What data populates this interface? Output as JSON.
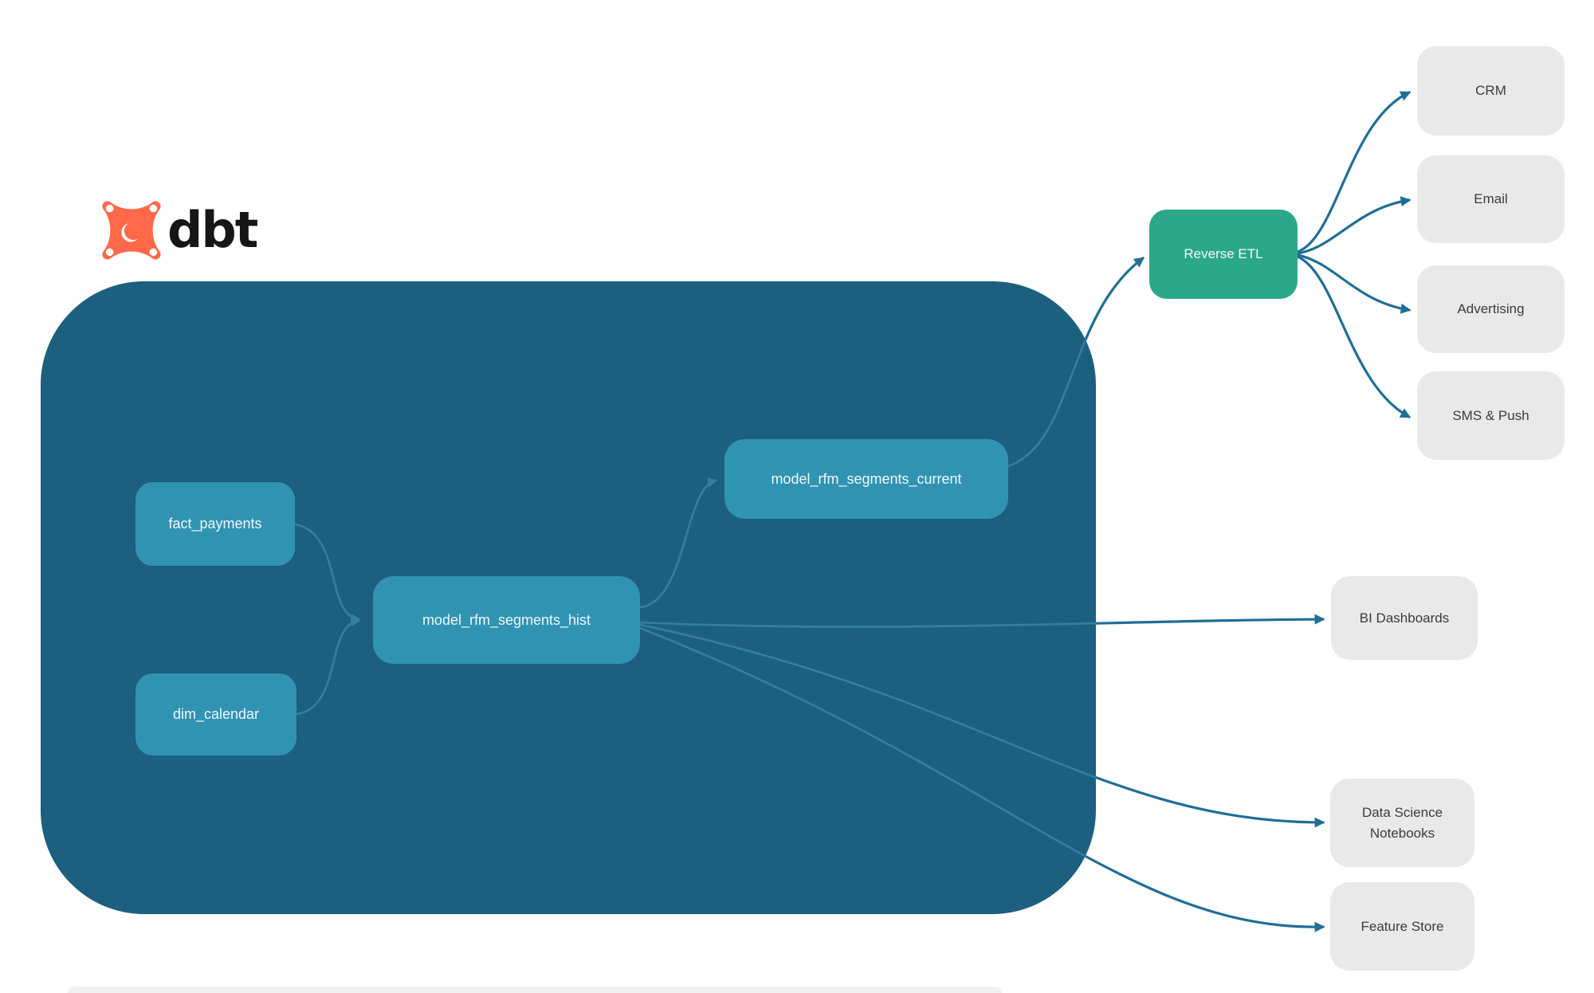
{
  "logo": {
    "text": "dbt",
    "icon": "dbt-star-icon",
    "color": "#ff694a"
  },
  "colors": {
    "background": "#ffffff",
    "warehouse_container_fill": "#1d5f7e",
    "model_node_fill": "#3193b2",
    "model_node_text": "#eef8fb",
    "reverse_etl_fill": "#2ca78a",
    "destination_fill": "#e9e9e9",
    "destination_text": "#3c3c3c",
    "edge_outside_container": "#1f6e95",
    "edge_inside_container": "#357f9d"
  },
  "diagram": {
    "container": {
      "name": "dbt-warehouse-group"
    },
    "nodes": {
      "fact_payments": {
        "label": "fact_payments",
        "kind": "model"
      },
      "dim_calendar": {
        "label": "dim_calendar",
        "kind": "model"
      },
      "model_rfm_segments_hist": {
        "label": "model_rfm_segments_hist",
        "kind": "model"
      },
      "model_rfm_segments_current": {
        "label": "model_rfm_segments_current",
        "kind": "model"
      },
      "reverse_etl": {
        "label": "Reverse ETL",
        "kind": "tool"
      },
      "crm": {
        "label": "CRM",
        "kind": "destination"
      },
      "email": {
        "label": "Email",
        "kind": "destination"
      },
      "advertising": {
        "label": "Advertising",
        "kind": "destination"
      },
      "sms_push": {
        "label": "SMS & Push",
        "kind": "destination"
      },
      "bi_dashboards": {
        "label": "BI Dashboards",
        "kind": "destination"
      },
      "data_science_notebooks": {
        "label": "Data Science Notebooks",
        "kind": "destination"
      },
      "feature_store": {
        "label": "Feature Store",
        "kind": "destination"
      }
    },
    "edges": [
      {
        "from": "fact_payments",
        "to": "model_rfm_segments_hist"
      },
      {
        "from": "dim_calendar",
        "to": "model_rfm_segments_hist"
      },
      {
        "from": "model_rfm_segments_hist",
        "to": "model_rfm_segments_current"
      },
      {
        "from": "model_rfm_segments_current",
        "to": "reverse_etl"
      },
      {
        "from": "reverse_etl",
        "to": "crm"
      },
      {
        "from": "reverse_etl",
        "to": "email"
      },
      {
        "from": "reverse_etl",
        "to": "advertising"
      },
      {
        "from": "reverse_etl",
        "to": "sms_push"
      },
      {
        "from": "model_rfm_segments_hist",
        "to": "bi_dashboards"
      },
      {
        "from": "model_rfm_segments_hist",
        "to": "data_science_notebooks"
      },
      {
        "from": "model_rfm_segments_hist",
        "to": "feature_store"
      }
    ]
  }
}
